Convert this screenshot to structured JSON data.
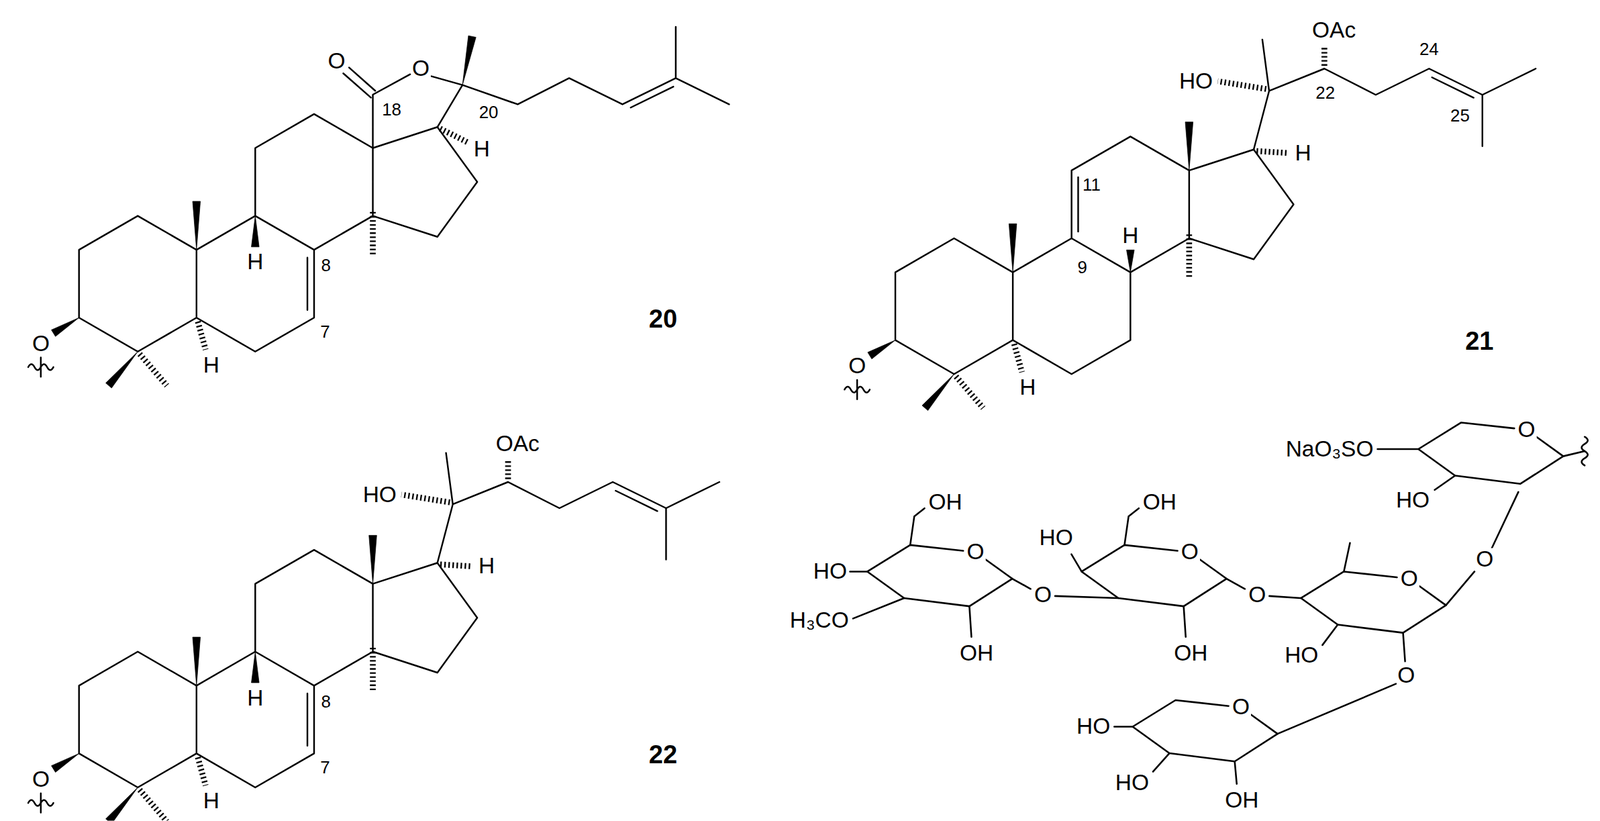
{
  "diagram": {
    "labels": [
      "O",
      "O",
      "18",
      "20",
      "H",
      "20",
      "8",
      "7",
      "H",
      "H",
      "O",
      "HO",
      "OAc",
      "24",
      "22",
      "25",
      "11",
      "9",
      "H",
      "H",
      "21",
      "O",
      "H",
      "OAc",
      "HO",
      "8",
      "7",
      "H",
      "22",
      "H",
      "H",
      "O",
      "NaO₃SO",
      "O",
      "HO",
      "O",
      "OH",
      "O",
      "OH",
      "O",
      "HO",
      "HO",
      "O",
      "O",
      "O",
      "H₃CO",
      "OH",
      "OH",
      "HO",
      "O",
      "O",
      "HO",
      "HO",
      "OH"
    ]
  }
}
